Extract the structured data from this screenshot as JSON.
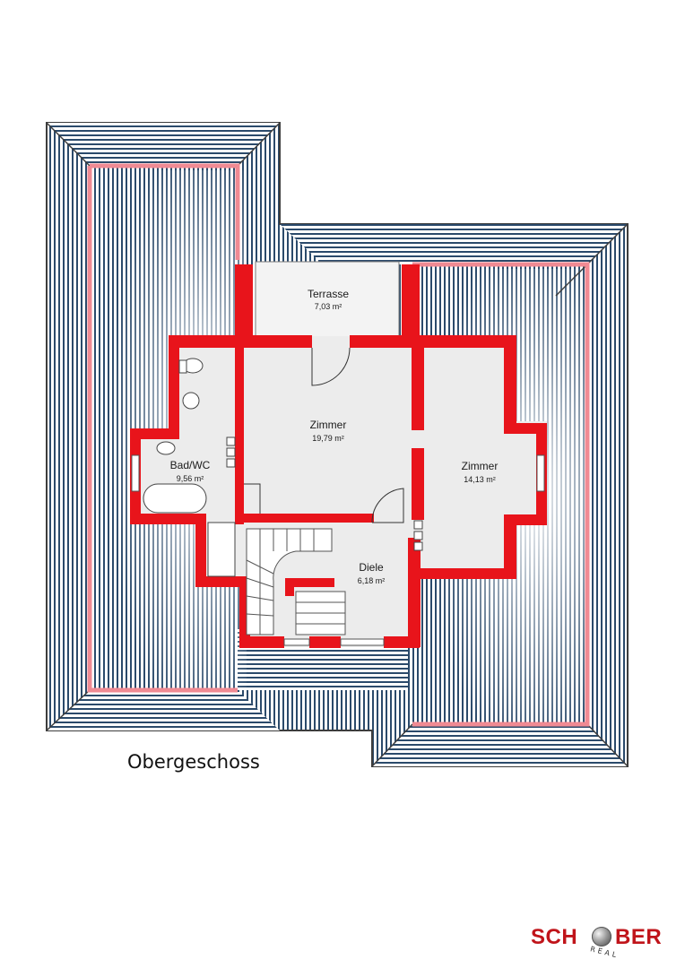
{
  "floor_label": "Obergeschoss",
  "rooms": [
    {
      "id": "terrasse",
      "name": "Terrasse",
      "area": "7,03 m²"
    },
    {
      "id": "zimmer-main",
      "name": "Zimmer",
      "area": "19,79 m²"
    },
    {
      "id": "bad-wc",
      "name": "Bad/WC",
      "area": "9,56 m²"
    },
    {
      "id": "zimmer-right",
      "name": "Zimmer",
      "area": "14,13 m²"
    },
    {
      "id": "diele",
      "name": "Diele",
      "area": "6,18 m²"
    }
  ],
  "logo": {
    "left": "SCH",
    "right": "BER",
    "sub": "REAL"
  },
  "colors": {
    "wall": "#e8141b",
    "roof_line": "#2b4a6b",
    "roof_outline": "#3d3d3d",
    "ridge": "#f08a93"
  }
}
